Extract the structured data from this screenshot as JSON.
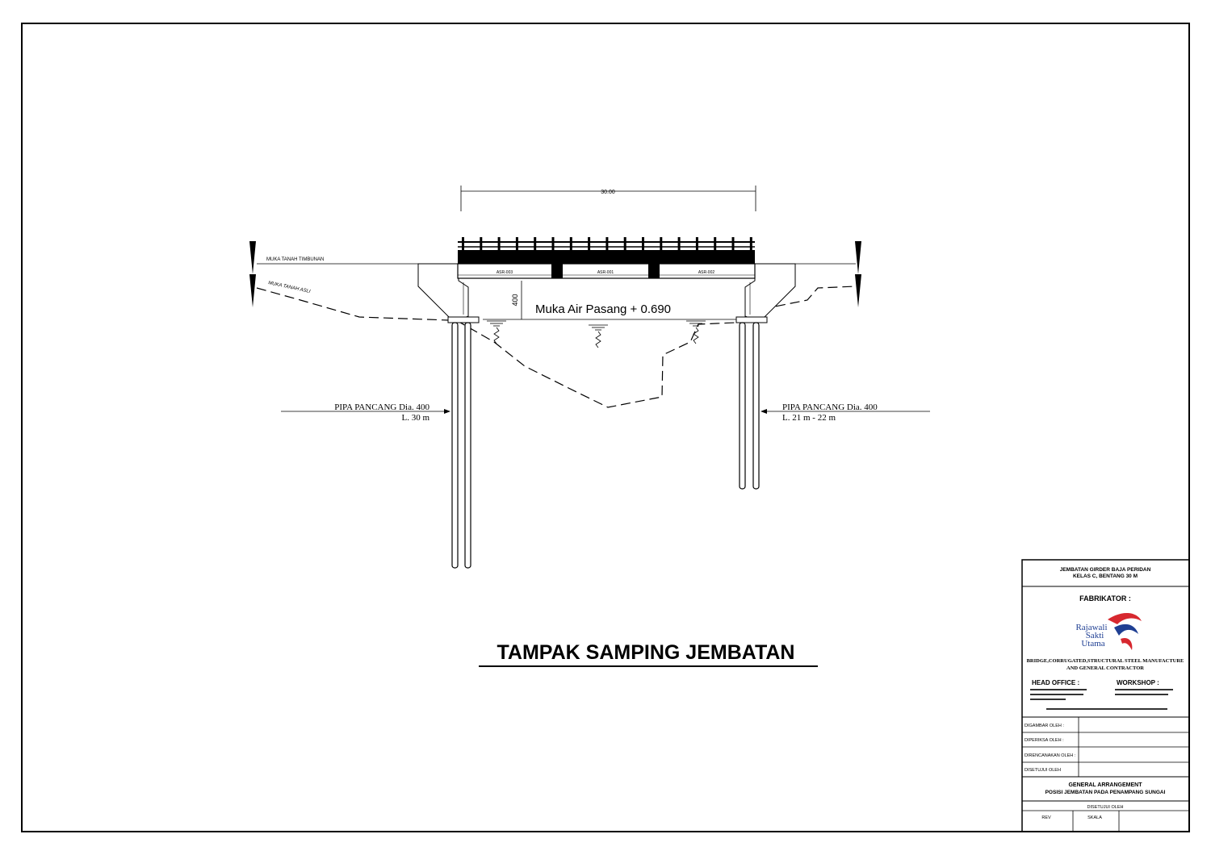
{
  "drawing": {
    "span_dimension": "30.00",
    "muka_tanah_timbunan": "MUKA TANAH TIMBUNAN",
    "muka_tanah_asli": "MUKA TANAH ASLI",
    "water_level": "Muka Air Pasang + 0.690",
    "water_depth": "400",
    "girder_labels": [
      "ASR-003",
      "ASR-001",
      "ASR-002"
    ],
    "pile_left_title": "PIPA PANCANG Dia. 400",
    "pile_left_length": "L. 30 m",
    "pile_right_title": "PIPA PANCANG Dia. 400",
    "pile_right_length": "L. 21 m - 22 m",
    "view_title": "TAMPAK SAMPING JEMBATAN"
  },
  "title_block": {
    "project_line1": "JEMBATAN GIRDER BAJA PERIDAN",
    "project_line2": "KELAS C, BENTANG 30 M",
    "fabricator_label": "FABRIKATOR :",
    "logo_text": [
      "Rajawali",
      "Sakti",
      "Utama"
    ],
    "company_line1": "BRIDGE,CORRUGATED,STRUCTURAL STEEL MANUFACTURE",
    "company_line2": "AND GENERAL CONTRACTOR",
    "head_office_label": "HEAD OFFICE :",
    "workshop_label": "WORKSHOP :",
    "signoff_labels": [
      "DIGAMBAR OLEH :",
      "DIPERIKSA OLEH :",
      "DIRENCANAKAN OLEH :",
      "DISETUJUI OLEH"
    ],
    "drawing_title_line1": "GENERAL ARRANGEMENT",
    "drawing_title_line2": "POSISI JEMBATAN PADA PENAMPANG SUNGAI",
    "approved_label": "DISETUJUI OLEH",
    "rev_label": "REV",
    "scale_label": "SKALA"
  },
  "colors": {
    "logo_blue": "#1f3f93",
    "logo_red": "#d7282f"
  }
}
